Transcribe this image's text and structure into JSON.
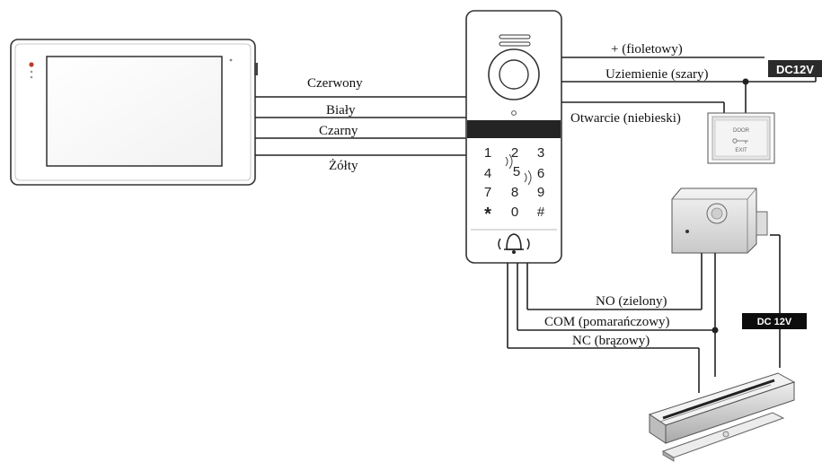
{
  "left_wires": {
    "red": "Czerwony",
    "white": "Biały",
    "black": "Czarny",
    "yellow": "Żółty"
  },
  "right_wires": {
    "plus": "+ (fioletowy)",
    "ground": "Uziemienie (szary)",
    "open": "Otwarcie (niebieski)"
  },
  "relay_wires": {
    "no": "NO (zielony)",
    "com": "COM (pomarańczowy)",
    "nc": "NC (brązowy)"
  },
  "power": {
    "top": "DC12V",
    "bottom": "DC 12V"
  },
  "exit_button": {
    "line1": "DOOR",
    "line2": "EXIT"
  },
  "keypad": [
    "1",
    "2",
    "3",
    "4",
    "5",
    "6",
    "7",
    "8",
    "9",
    "*",
    "0",
    "#"
  ],
  "icons": [
    "monitor-icon",
    "door-station-icon",
    "bell-icon",
    "exit-button-icon",
    "electric-lock-icon",
    "magnetic-lock-icon"
  ]
}
